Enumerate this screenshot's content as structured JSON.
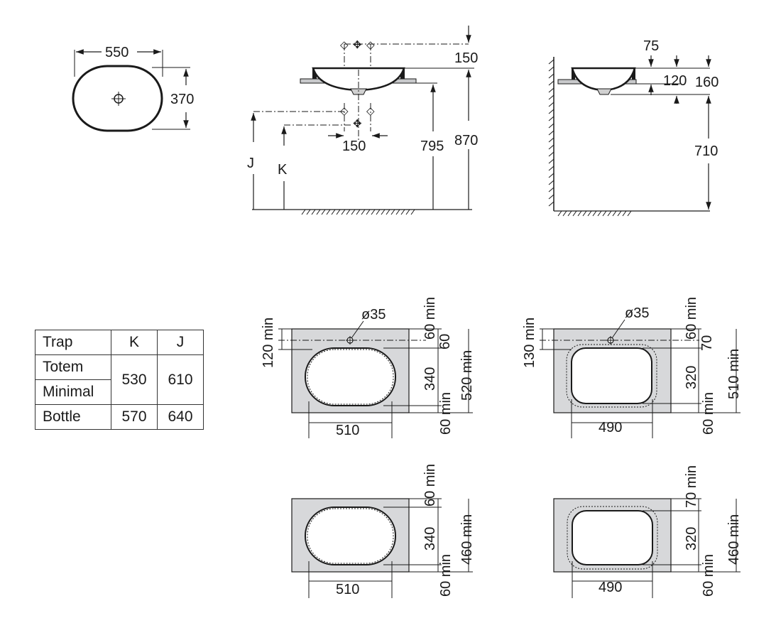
{
  "top_view": {
    "width_label": "550",
    "depth_label": "370"
  },
  "front_view": {
    "tap_offset_label": "150",
    "waste_offset_label": "150",
    "j_label": "J",
    "k_label": "K",
    "counter_height_label": "795",
    "total_height_label": "870"
  },
  "side_view": {
    "label_75": "75",
    "label_120": "120",
    "label_160": "160",
    "label_710": "710"
  },
  "trap_table": {
    "headers": [
      "Trap",
      "K",
      "J"
    ],
    "rows": [
      {
        "name": "Totem",
        "k": "530",
        "j": "610"
      },
      {
        "name": "Minimal",
        "k": "",
        "j": ""
      },
      {
        "name": "Bottle",
        "k": "570",
        "j": "640"
      }
    ]
  },
  "cutout_a": {
    "hole": "ø35",
    "top_clear": "120 min",
    "l60min_top": "60 min",
    "l60": "60",
    "l340": "340",
    "l520": "520 min",
    "l60min_bot": "60 min",
    "width": "510"
  },
  "cutout_b": {
    "hole": "ø35",
    "top_clear": "130 min",
    "l60min_top": "60 min",
    "l70": "70",
    "l320": "320",
    "l510": "510 min",
    "l60min_bot": "60 min",
    "width": "490"
  },
  "cutout_c": {
    "l60min_top": "60 min",
    "l340": "340",
    "l460": "460 min",
    "l60min_bot": "60 min",
    "width": "510"
  },
  "cutout_d": {
    "l70min_top": "70 min",
    "l320": "320",
    "l460": "460 min",
    "l60min_bot": "60 min",
    "width": "490"
  }
}
